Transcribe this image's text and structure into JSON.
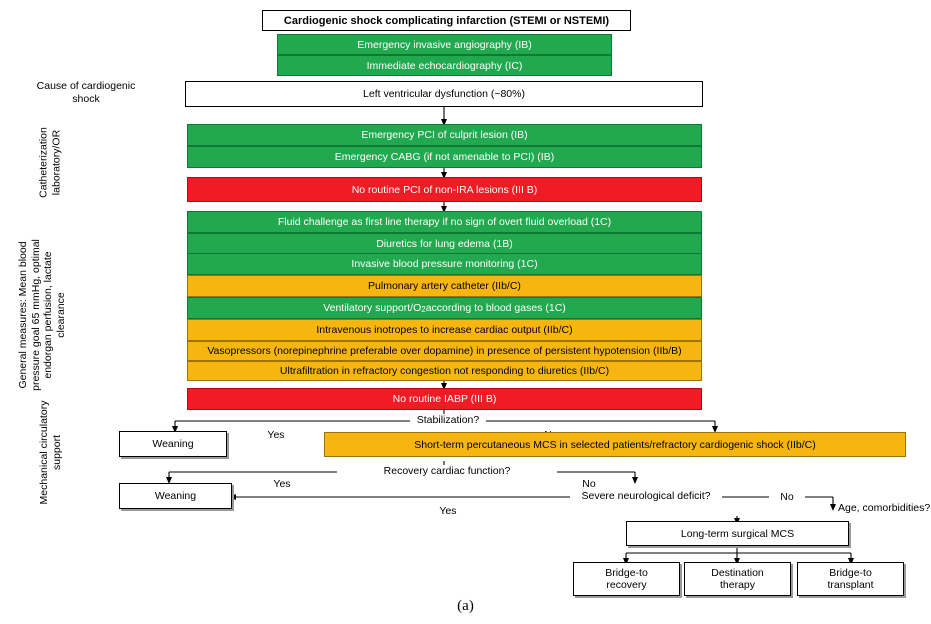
{
  "figure": {
    "caption": "(a)",
    "colors": {
      "green": "#22a94f",
      "red": "#ef1c26",
      "orange": "#f6b60f",
      "white": "#ffffff",
      "line": "#000000"
    }
  },
  "side_labels": [
    {
      "id": "cause",
      "text": "Cause of\ncardiogenic shock",
      "line1": "Cause of",
      "line2": "cardiogenic shock",
      "rotated": false
    },
    {
      "id": "cathlab",
      "text": "Catheterization laboratory/OR",
      "line1": "Catheterization",
      "line2": "laboratory/OR",
      "rotated": true
    },
    {
      "id": "general",
      "text": "General measures: Mean blood pressure goal 65 mmHg, optimal endorgan perfusion, lactate clearance",
      "line1": "General measures:",
      "line2": "Mean blood pressure",
      "line3": "goal 65 mmHg, optimal",
      "line4": "endorgan perfusion,",
      "line5": "lactate clearance",
      "rotated": true
    },
    {
      "id": "mcs",
      "text": "Mechanical circulatory support",
      "line1": "Mechanical",
      "line2": "circulatory support",
      "rotated": true
    }
  ],
  "nodes": {
    "title": {
      "label": "Cardiogenic shock complicating infarction (STEMI or NSTEMI)",
      "color": "white"
    },
    "angiography": {
      "label": "Emergency invasive angiography (IB)",
      "color": "green"
    },
    "echo": {
      "label": "Immediate echocardiography (IC)",
      "color": "green"
    },
    "lv_dysfunction": {
      "label": "Left ventricular dysfunction (~80%)",
      "color": "white"
    },
    "pci_culprit": {
      "label": "Emergency PCI of culprit lesion (IB)",
      "color": "green"
    },
    "cabg": {
      "label": "Emergency CABG (if not amenable to PCI) (IB)",
      "color": "green"
    },
    "no_routine_pci": {
      "label": "No routine PCI of non-IRA lesions (III B)",
      "color": "red"
    },
    "fluid_challenge": {
      "label": "Fluid challenge as first line therapy if no sign of overt fluid overload (1C)",
      "color": "green"
    },
    "diuretics": {
      "label": "Diuretics for lung edema (1B)",
      "color": "green"
    },
    "ibp_monitoring": {
      "label": "Invasive blood pressure monitoring (1C)",
      "color": "green"
    },
    "pa_catheter": {
      "label": "Pulmonary artery catheter (IIb/C)",
      "color": "orange"
    },
    "ventilatory": {
      "label": "Ventilatory support/O2 according to blood gases (1C)",
      "label_pre": "Ventilatory support/O",
      "label_sub": "2",
      "label_post": " according to blood gases (1C)",
      "color": "green"
    },
    "inotropes": {
      "label": "Intravenous inotropes to increase cardiac output (IIb/C)",
      "color": "orange"
    },
    "vasopressors": {
      "label": "Vasopressors (norepinephrine preferable over dopamine) in presence of persistent hypotension (IIb/B)",
      "color": "orange"
    },
    "ultrafiltration": {
      "label": "Ultrafiltration in refractory congestion not responding to diuretics (IIb/C)",
      "color": "orange"
    },
    "no_routine_iabp": {
      "label": "No routine IABP (III B)",
      "color": "red"
    },
    "weaning_1": {
      "label": "Weaning",
      "color": "white"
    },
    "short_term_mcs": {
      "label": "Short-term percutaneous MCS in selected patients/refractory cardiogenic shock (IIb/C)",
      "color": "orange"
    },
    "weaning_2": {
      "label": "Weaning",
      "color": "white"
    },
    "long_term_mcs": {
      "label": "Long-term surgical MCS",
      "color": "white"
    },
    "bridge_recovery": {
      "label": "Bridge-to recovery",
      "line1": "Bridge-to",
      "line2": "recovery",
      "color": "white"
    },
    "destination_therapy": {
      "label": "Destination therapy",
      "line1": "Destination",
      "line2": "therapy",
      "color": "white"
    },
    "bridge_transplant": {
      "label": "Bridge-to transplant",
      "line1": "Bridge-to",
      "line2": "transplant",
      "color": "white"
    }
  },
  "decisions": {
    "stabilization": {
      "label": "Stabilization?",
      "yes": "Yes",
      "no": "No"
    },
    "recovery": {
      "label": "Recovery cardiac function?",
      "yes": "Yes",
      "no": "No"
    },
    "neuro_deficit": {
      "label": "Severe neurological deficit?",
      "yes": "Yes",
      "no": "No"
    },
    "age_comorbidities": {
      "label": "Age, comorbidities?"
    }
  }
}
